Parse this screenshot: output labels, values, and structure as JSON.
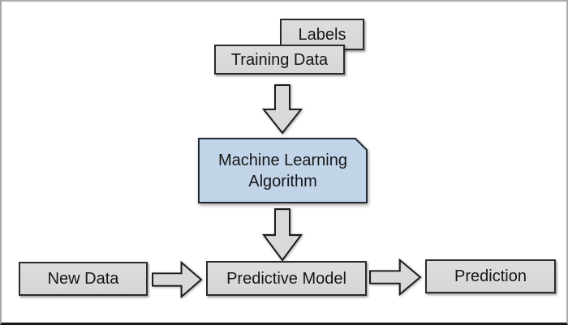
{
  "diagram": {
    "title": "Machine learning workflow diagram",
    "nodes": {
      "labels": {
        "label": "Labels"
      },
      "training_data": {
        "label": "Training Data"
      },
      "ml_algorithm": {
        "label": "Machine Learning Algorithm"
      },
      "new_data": {
        "label": "New Data"
      },
      "predictive_model": {
        "label": "Predictive Model"
      },
      "prediction": {
        "label": "Prediction"
      }
    },
    "flows": [
      "training_data -> ml_algorithm",
      "ml_algorithm -> predictive_model",
      "new_data -> predictive_model",
      "predictive_model -> prediction"
    ],
    "colors": {
      "background": "#ffffff",
      "frame_border": "#adadad",
      "frame_border_bottom": "#161616",
      "node_fill": "#d9d9d9",
      "node_border": "#2b2b2b",
      "highlight_fill": "#c1d4e8",
      "highlight_border": "#222a32",
      "arrow_fill": "#d9d9d9",
      "arrow_border": "#1d1d1d",
      "text": "#161616"
    }
  }
}
